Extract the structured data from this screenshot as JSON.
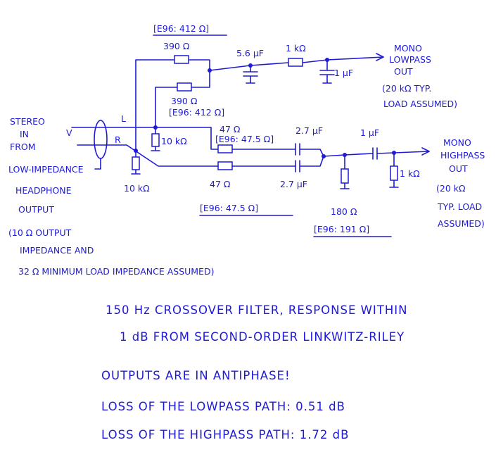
{
  "labels": {
    "r390_top": "390 Ω",
    "e96_top": "[E96: 412 Ω]",
    "c56": "5.6 μF",
    "r1k_lp": "1 kΩ",
    "c1u_lp": "1 μF",
    "lp_out_1": "MONO",
    "lp_out_2": "LOWPASS",
    "lp_out_3": "OUT",
    "lp_out_4": "(20 kΩ TYP.",
    "lp_out_5": "LOAD ASSUMED)",
    "r390_bot": "390 Ω",
    "e96_390b": "[E96: 412 Ω]",
    "in_1": "STEREO",
    "in_2": "IN",
    "in_3": "FROM",
    "in_4": "LOW-IMPEDANCE",
    "in_5": "HEADPHONE",
    "in_6": "OUTPUT",
    "in_note_1": "(10 Ω OUTPUT",
    "in_note_2": "IMPEDANCE AND",
    "in_note_3": "32 Ω MINIMUM LOAD IMPEDANCE ASSUMED)",
    "v": "V",
    "l": "L",
    "r": "R",
    "r10k_a": "10 kΩ",
    "r10k_b": "10 kΩ",
    "r47_top": "47 Ω",
    "e96_47_top": "[E96: 47.5 Ω]",
    "c27_top": "2.7 μF",
    "c1u_hp": "1 μF",
    "hp_out_1": "MONO",
    "hp_out_2": "HIGHPASS",
    "hp_out_3": "OUT",
    "hp_out_4": "(20 kΩ",
    "hp_out_5": "TYP. LOAD",
    "hp_out_6": "ASSUMED)",
    "r1k_hp": "1 kΩ",
    "r47_bot": "47 Ω",
    "c27_bot": "2.7 μF",
    "e96_47_bot": "[E96: 47.5 Ω]",
    "r180": "180 Ω",
    "e96_180": "[E96: 191 Ω]"
  },
  "notes": {
    "line1": "150 Hz CROSSOVER FILTER, RESPONSE WITHIN",
    "line2": "1 dB FROM SECOND-ORDER LINKWITZ-RILEY",
    "line3": "OUTPUTS ARE IN ANTIPHASE!",
    "line4": "LOSS OF THE LOWPASS PATH: 0.51 dB",
    "line5": "LOSS OF THE HIGHPASS PATH: 1.72 dB"
  },
  "colors": {
    "ink": "#1e1ad6",
    "paper": "#ffffff"
  }
}
